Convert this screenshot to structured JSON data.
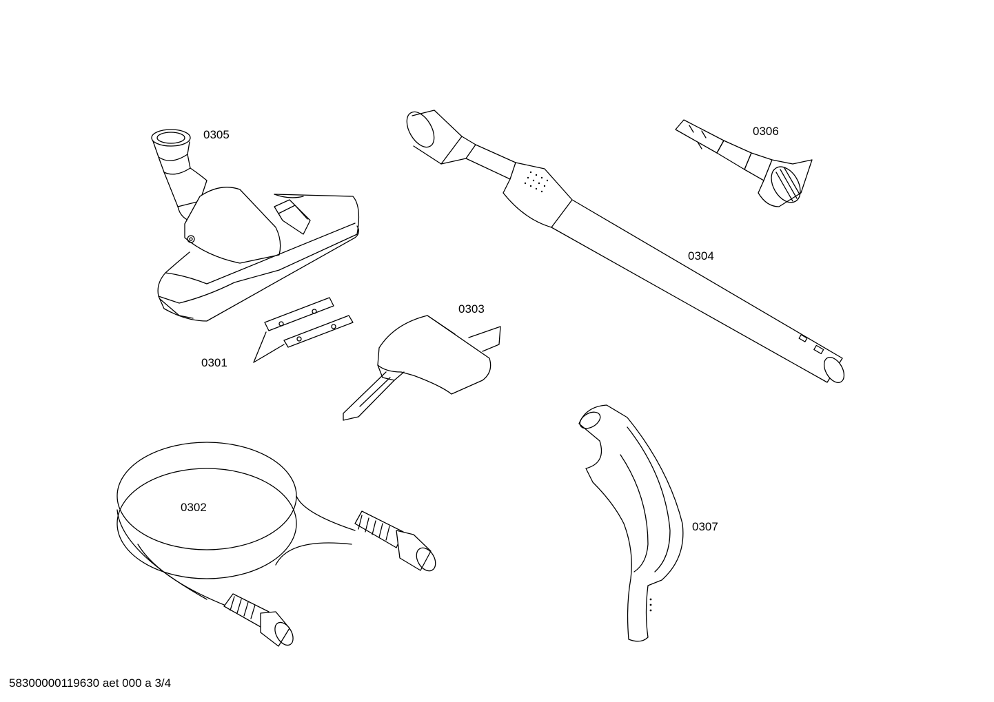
{
  "parts": [
    {
      "id": "0305",
      "name": "floor-nozzle"
    },
    {
      "id": "0306",
      "name": "upholstery-nozzle"
    },
    {
      "id": "0304",
      "name": "telescopic-tube"
    },
    {
      "id": "0303",
      "name": "crevice-tool"
    },
    {
      "id": "0301",
      "name": "nozzle-strips"
    },
    {
      "id": "0302",
      "name": "suction-hose"
    },
    {
      "id": "0307",
      "name": "hose-handle"
    }
  ],
  "footer": {
    "drawing_ref": "58300000119630 aet 000 a 3/4"
  }
}
